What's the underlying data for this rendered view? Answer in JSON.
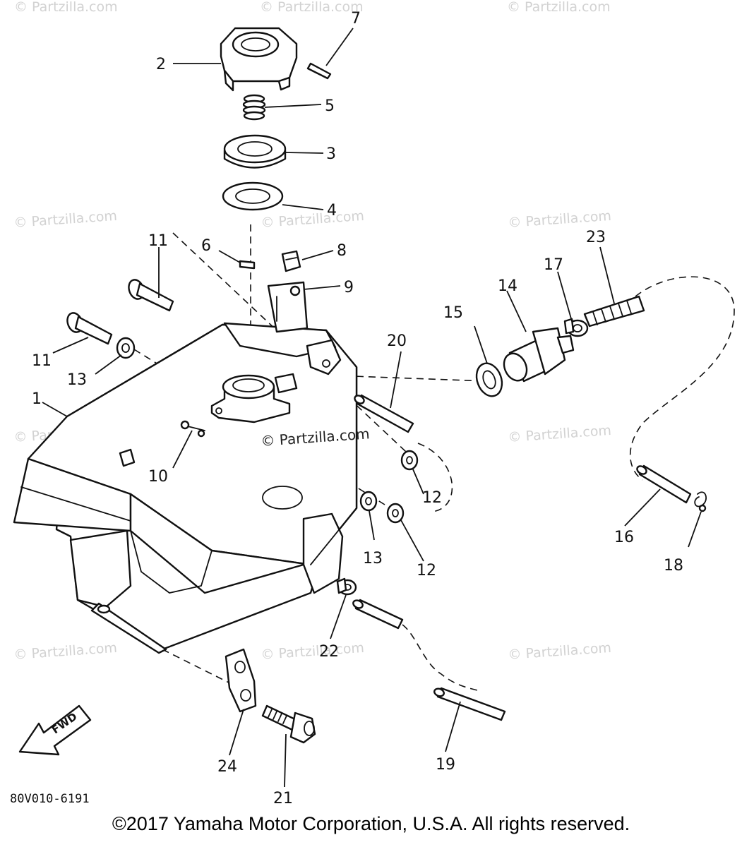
{
  "watermark_text": "© Partzilla.com",
  "center_watermark_text": "© Partzilla.com",
  "callouts": {
    "c1": "1",
    "c2": "2",
    "c3": "3",
    "c4": "4",
    "c5": "5",
    "c6": "6",
    "c7": "7",
    "c8": "8",
    "c9": "9",
    "c10": "10",
    "c11a": "11",
    "c11b": "11",
    "c12a": "12",
    "c12b": "12",
    "c13a": "13",
    "c13b": "13",
    "c14": "14",
    "c15": "15",
    "c16": "16",
    "c17": "17",
    "c18": "18",
    "c19": "19",
    "c20": "20",
    "c21": "21",
    "c22": "22",
    "c23": "23",
    "c24": "24"
  },
  "fwd_label": "FWD",
  "diagram_code": "80V010-6191",
  "copyright": "©2017 Yamaha Motor Corporation, U.S.A. All rights reserved.",
  "colors": {
    "line": "#111111",
    "watermark": "#d2d2d2",
    "background": "#ffffff"
  }
}
